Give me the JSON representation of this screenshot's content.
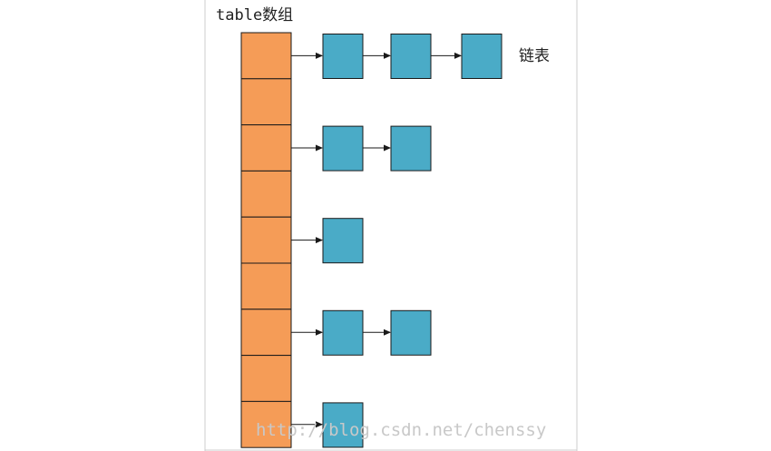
{
  "diagram": {
    "table_label": "table数组",
    "list_label": "链表",
    "watermark": "http://blog.csdn.net/chenssy",
    "colors": {
      "table_cell": "#f59c57",
      "list_node": "#4aabc7",
      "stroke": "#1a1a1a",
      "arrow": "#1a1a1a",
      "frame_border": "#cccccc",
      "watermark": "#c8c8c8"
    },
    "table_slots": [
      {
        "index": 0,
        "chain_length": 3
      },
      {
        "index": 1,
        "chain_length": 0
      },
      {
        "index": 2,
        "chain_length": 2
      },
      {
        "index": 3,
        "chain_length": 0
      },
      {
        "index": 4,
        "chain_length": 1
      },
      {
        "index": 5,
        "chain_length": 0
      },
      {
        "index": 6,
        "chain_length": 2
      },
      {
        "index": 7,
        "chain_length": 0
      },
      {
        "index": 8,
        "chain_length": 1
      }
    ]
  }
}
